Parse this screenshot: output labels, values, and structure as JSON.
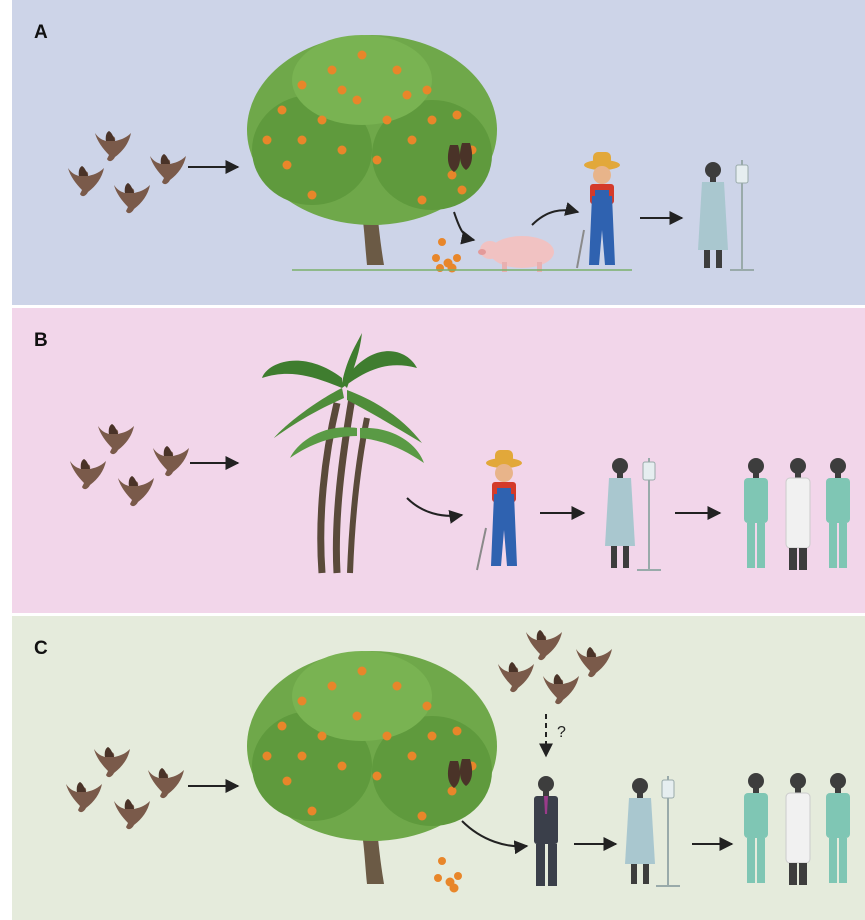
{
  "panels": [
    {
      "label": "A",
      "bg": "#cdd4e8"
    },
    {
      "label": "B",
      "bg": "#f2d6ea"
    },
    {
      "label": "C",
      "bg": "#e5ebdc"
    }
  ],
  "question_mark": "?",
  "colors": {
    "bat": "#7a5a4a",
    "foliage": "#6fa84a",
    "fruit": "#e8862a",
    "trunk": "#6b5a45",
    "palm": "#3f7d2f",
    "overalls": "#2f62b0",
    "shirt": "#d43a2a",
    "hat": "#e2a83a",
    "pig": "#f1c2c2",
    "gown": "#a9c7cf",
    "scrubs": "#7fc6b4",
    "coat": "#f1f1f1",
    "suit": "#3a3f4a",
    "skin": "#3d3d3d",
    "arrow": "#222222"
  }
}
